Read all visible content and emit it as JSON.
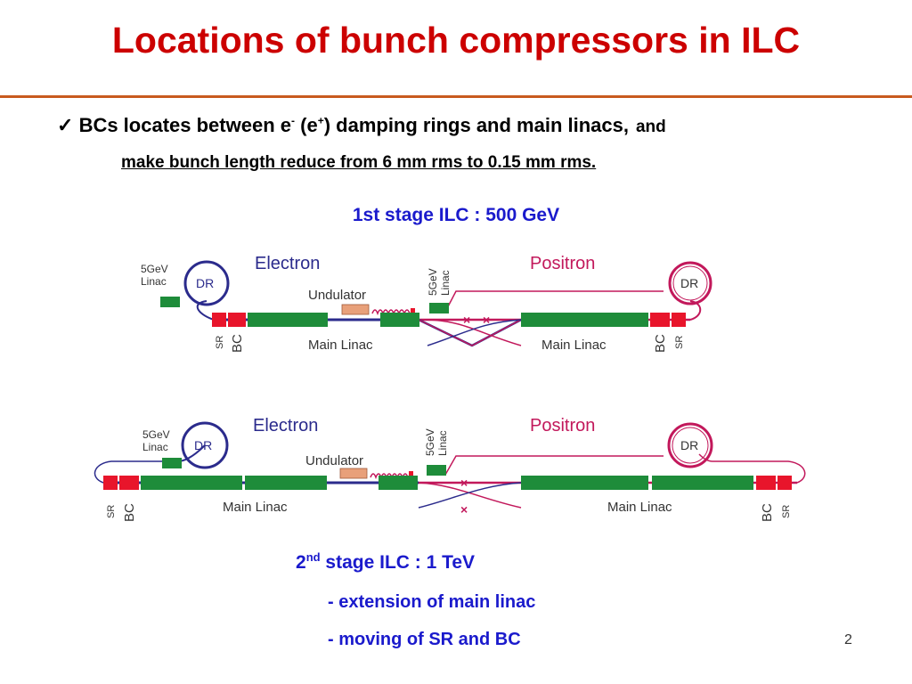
{
  "slide": {
    "title": "Locations of bunch compressors in ILC",
    "bullet_check": "✓",
    "bullet_text_1": "BCs locates between e",
    "minus_sup": "-",
    "bullet_text_2": " (e",
    "plus_sup": "+",
    "bullet_text_3": ") damping rings and main linacs,",
    "bullet_and": "and",
    "bullet_line2": "make bunch length reduce from 6 mm rms to 0.15 mm rms.",
    "stage1_title": "1st stage ILC : 500 GeV",
    "stage2_prefix": "2",
    "stage2_sup": "nd",
    "stage2_rest": " stage ILC : 1 TeV",
    "note1": "-  extension of main linac",
    "note2": "-  moving of SR and BC",
    "page_number": "2"
  },
  "diagram1": {
    "electron": "Electron",
    "positron": "Positron",
    "dr_left": "DR",
    "dr_right": "DR",
    "linac_5gev_left_1": "5GeV",
    "linac_5gev_left_2": "Linac",
    "linac_5gev_mid_1": "5GeV",
    "linac_5gev_mid_2": "Linac",
    "undulator": "Undulator",
    "main_linac_left": "Main Linac",
    "main_linac_right": "Main Linac",
    "sr_left": "SR",
    "bc_left": "BC",
    "bc_right": "BC",
    "sr_right": "SR"
  },
  "diagram2": {
    "electron": "Electron",
    "positron": "Positron",
    "dr_left": "DR",
    "dr_right": "DR",
    "linac_5gev_left_1": "5GeV",
    "linac_5gev_left_2": "Linac",
    "linac_5gev_mid_1": "5GeV",
    "linac_5gev_mid_2": "Linac",
    "undulator": "Undulator",
    "main_linac_left": "Main Linac",
    "main_linac_right": "Main Linac",
    "sr_left": "SR",
    "bc_left": "BC",
    "bc_right": "BC",
    "sr_right": "SR"
  },
  "colors": {
    "title": "#cc0000",
    "blue_text": "#1a1acc",
    "electron_beamline": "#2b2b8c",
    "positron_beamline": "#c2185b",
    "linac_green": "#1e8c3a",
    "bc_red": "#e8152b",
    "undulator_orange": "#e8a07a"
  }
}
